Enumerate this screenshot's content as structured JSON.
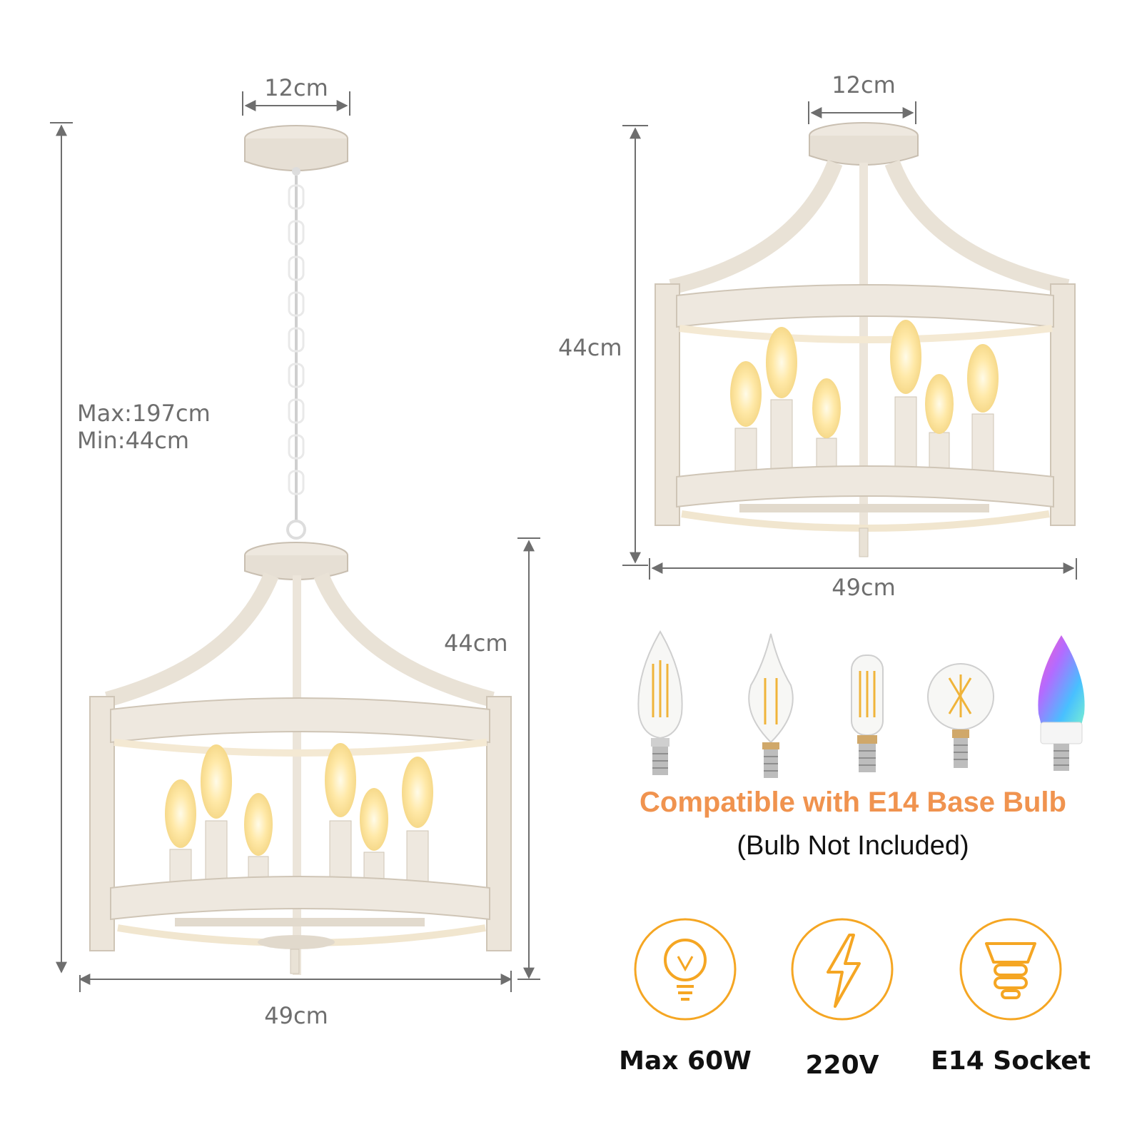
{
  "pendant": {
    "canopy_width": "12cm",
    "total_height": {
      "max": "Max:197cm",
      "min": "Min:44cm"
    },
    "body_height": "44cm",
    "width": "49cm"
  },
  "flush": {
    "canopy_width": "12cm",
    "height": "44cm",
    "width": "49cm"
  },
  "bulbs": {
    "types": [
      "candle-bulb-icon",
      "flame-tip-bulb-icon",
      "tubular-bulb-icon",
      "globe-bulb-icon",
      "rgb-smart-bulb-icon"
    ],
    "compatible_text": "Compatible with E14 Base Bulb",
    "not_included_text": "(Bulb Not Included)"
  },
  "specs": [
    {
      "icon": "bulb-icon",
      "label": "Max 60W"
    },
    {
      "icon": "lightning-icon",
      "label": "220V"
    },
    {
      "icon": "socket-icon",
      "label": "E14 Socket"
    }
  ],
  "colors": {
    "accent": "#f0934f",
    "dim_line": "#6e6e6e",
    "fixture": "#eee8df",
    "fixture_shadow": "#d9cfc0",
    "glow": "#fff3c4"
  }
}
